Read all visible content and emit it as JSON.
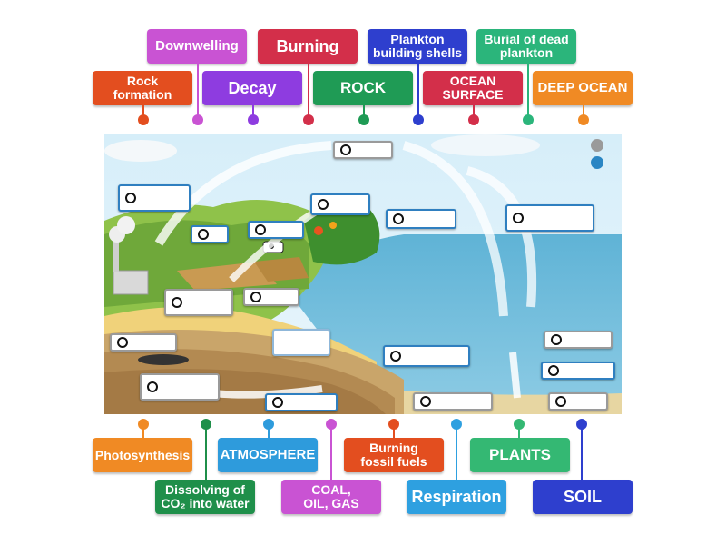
{
  "top_labels": [
    {
      "id": "downwelling",
      "text": "Downwelling",
      "color": "#c953d3"
    },
    {
      "id": "burning",
      "text": "Burning",
      "color": "#d32f4a"
    },
    {
      "id": "plankton-building-shells",
      "text": "Plankton\nbuilding shells",
      "color": "#2e3fce"
    },
    {
      "id": "burial-of-dead-plankton",
      "text": "Burial of dead\nplankton",
      "color": "#2bb57b"
    },
    {
      "id": "rock-formation",
      "text": "Rock\nformation",
      "color": "#e34e1f"
    },
    {
      "id": "decay",
      "text": "Decay",
      "color": "#8e3ce0"
    },
    {
      "id": "rock",
      "text": "ROCK",
      "color": "#1f9b55"
    },
    {
      "id": "ocean-surface",
      "text": "OCEAN\nSURFACE",
      "color": "#d32f4a"
    },
    {
      "id": "deep-ocean",
      "text": "DEEP OCEAN",
      "color": "#f08a24"
    }
  ],
  "bottom_labels": [
    {
      "id": "photosynthesis",
      "text": "Photosynthesis",
      "color": "#f08a24"
    },
    {
      "id": "atmosphere",
      "text": "ATMOSPHERE",
      "color": "#2e9bdc"
    },
    {
      "id": "burning-fossil-fuels",
      "text": "Burning\nfossil fuels",
      "color": "#e34e1f"
    },
    {
      "id": "plants",
      "text": "PLANTS",
      "color": "#34b873"
    },
    {
      "id": "dissolving-co2",
      "text": "Dissolving of\nCO₂ into water",
      "color": "#1f8f4a"
    },
    {
      "id": "coal-oil-gas",
      "text": "COAL,\nOIL, GAS",
      "color": "#c953d3"
    },
    {
      "id": "respiration",
      "text": "Respiration",
      "color": "#2ea0e0"
    },
    {
      "id": "soil",
      "text": "SOIL",
      "color": "#2e3fce"
    }
  ],
  "side_controls": [
    {
      "id": "gray",
      "color": "#9a9a9a"
    },
    {
      "id": "blue",
      "color": "#2a86c4"
    }
  ]
}
